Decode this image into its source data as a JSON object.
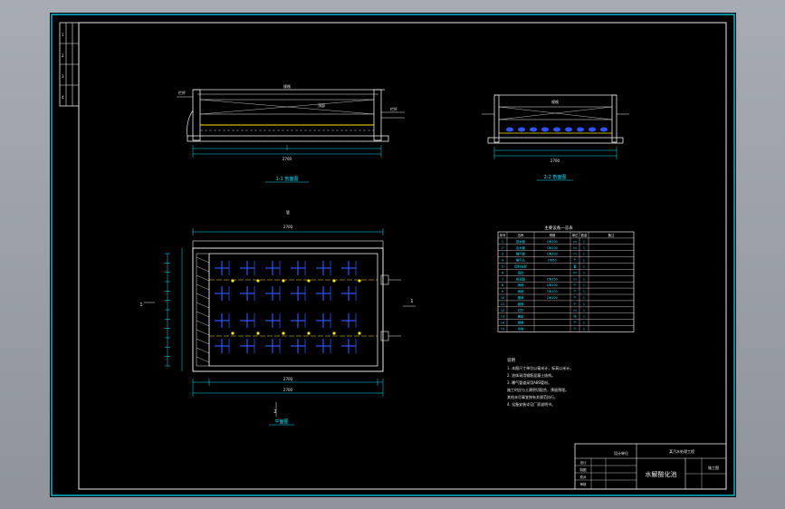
{
  "colors": {
    "background": "#000000",
    "frame": "#00e5ff",
    "lines": "#eaeaea",
    "equipment": "#2a55ff",
    "accent": "#ffe600",
    "viewport": "#9ea3ab"
  },
  "section_1_1": {
    "title": "1-1 剖面图",
    "scale_note": "",
    "width_dim": "2700",
    "top_label": "规格",
    "left_label": "栏杆",
    "right_label": "栏杆",
    "center_label": "顶部"
  },
  "section_2_2": {
    "title": "2-2 剖面图",
    "width_dim": "2700",
    "center_label": "规格"
  },
  "plan": {
    "title": "平面图",
    "top_dim": "2700",
    "bottom_dim": "2700",
    "top_label": "管",
    "left_label": "1",
    "bottom_label": "2",
    "right_label": "1"
  },
  "material_table": {
    "title": "主要设备一览表",
    "headers": [
      "序号",
      "名称",
      "规格",
      "单位",
      "数量",
      "备注"
    ],
    "rows": [
      [
        "1",
        "进水管",
        "DN200",
        "m",
        "1",
        ""
      ],
      [
        "2",
        "出水管",
        "DN200",
        "m",
        "1",
        ""
      ],
      [
        "3",
        "曝气管",
        "DN100",
        "m",
        "1",
        ""
      ],
      [
        "4",
        "曝气头",
        "DN50",
        "个",
        "1",
        ""
      ],
      [
        "5",
        "填料支架",
        "",
        "套",
        "1",
        ""
      ],
      [
        "6",
        "填料",
        "",
        "m³",
        "1",
        ""
      ],
      [
        "7",
        "排泥管",
        "DN150",
        "m",
        "1",
        ""
      ],
      [
        "8",
        "闸阀",
        "DN200",
        "个",
        "1",
        ""
      ],
      [
        "9",
        "闸阀",
        "DN150",
        "个",
        "1",
        ""
      ],
      [
        "10",
        "蝶阀",
        "DN100",
        "个",
        "1",
        ""
      ],
      [
        "11",
        "钢梯",
        "",
        "个",
        "1",
        ""
      ],
      [
        "12",
        "栏杆",
        "",
        "m",
        "1",
        ""
      ],
      [
        "13",
        "盖板",
        "",
        "块",
        "1",
        ""
      ],
      [
        "14",
        "爬梯",
        "",
        "个",
        "1",
        ""
      ],
      [
        "15",
        "吊钩",
        "",
        "个",
        "1",
        ""
      ]
    ]
  },
  "notes": {
    "heading": "说明",
    "lines": [
      "1. 本图尺寸单位以毫米计，标高以米计。",
      "2. 池体采用钢筋混凝土结构。",
      "3. 曝气管道采用ABS管材。",
      "   施工时应与土建密切配合，预留预埋。",
      "   其他未尽事宜按有关规范执行。",
      "4. 设备安装详见厂家说明书。"
    ]
  },
  "title_block": {
    "drawing_name": "水解酸化池",
    "project": "某污水处理工程",
    "design_unit": "设计单位",
    "labels": [
      "设计",
      "制图",
      "校对",
      "审核"
    ],
    "stage": "施工图"
  },
  "left_strip": {
    "marks": [
      "1",
      "2",
      "3",
      "4"
    ]
  }
}
